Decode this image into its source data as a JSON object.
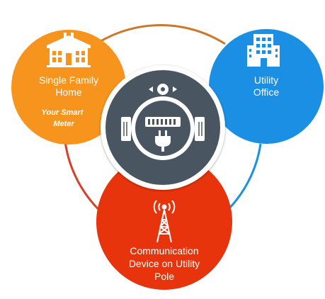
{
  "nodes": {
    "home": {
      "label_line1": "Single Family",
      "label_line2": "Home",
      "sub_line1": "Your Smart",
      "sub_line2": "Meter",
      "color": "#f7941d"
    },
    "office": {
      "label_line1": "Utility",
      "label_line2": "Office",
      "color": "#1a8fe3"
    },
    "pole": {
      "label_line1": "Communication",
      "label_line2": "Device on Utility",
      "label_line3": "Pole",
      "color": "#e8340c"
    },
    "meter": {
      "color": "#4a5562",
      "icon": "smart-meter-plug-icon"
    }
  },
  "ring": {
    "color_top": "#c97a2f",
    "color_right": "#1a8fe3",
    "color_left": "#d4422a"
  },
  "icons": {
    "home": "house-icon",
    "office": "office-building-icon",
    "pole": "radio-tower-icon"
  }
}
